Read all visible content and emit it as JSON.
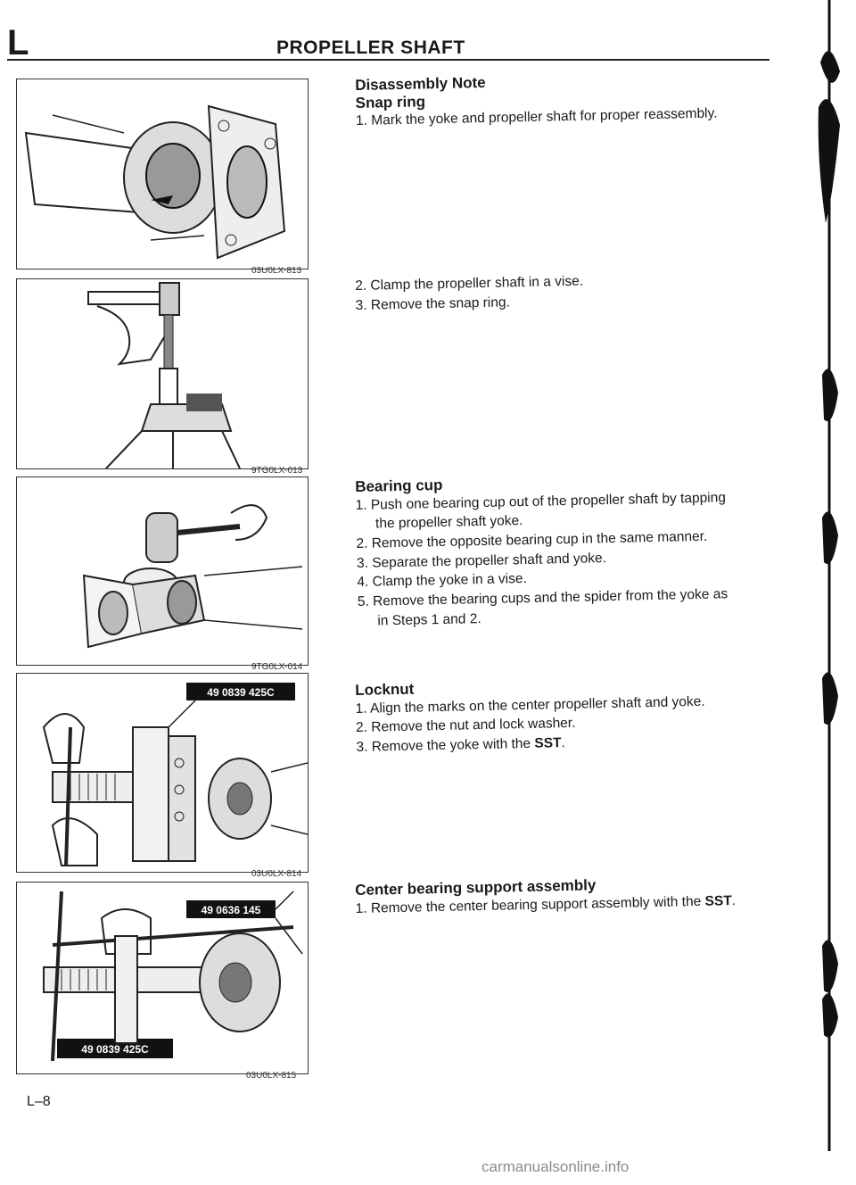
{
  "header": {
    "section_letter": "L",
    "title": "PROPELLER SHAFT"
  },
  "figures": [
    {
      "code": "03U0LX-813"
    },
    {
      "code": "9TG0LX-013"
    },
    {
      "code": "9TG0LX-014"
    },
    {
      "code": "03U0LX-814",
      "tags": [
        "49 0839 425C"
      ]
    },
    {
      "code": "03U0LX-815",
      "tags": [
        "49 0636 145",
        "49 0839 425C"
      ]
    }
  ],
  "sections": {
    "disassembly": {
      "heading": "Disassembly Note",
      "subheading": "Snap ring",
      "step1": "1. Mark the yoke and propeller shaft for proper reassembly.",
      "step2": "2. Clamp the propeller shaft in a vise.",
      "step3": "3. Remove the snap ring."
    },
    "bearing_cup": {
      "heading": "Bearing cup",
      "step1a": "1. Push one bearing cup out of the propeller shaft by tapping",
      "step1b": "the propeller shaft yoke.",
      "step2": "2. Remove the opposite bearing cup in the same manner.",
      "step3": "3. Separate the propeller shaft and yoke.",
      "step4": "4. Clamp the yoke in a vise.",
      "step5a": "5. Remove the bearing cups and the spider from the yoke as",
      "step5b": "in Steps 1 and 2."
    },
    "locknut": {
      "heading": "Locknut",
      "step1": "1. Align the marks on the center propeller shaft and yoke.",
      "step2": "2. Remove the nut and lock washer.",
      "step3_pre": "3. Remove the yoke with the ",
      "step3_sst": "SST",
      "step3_post": "."
    },
    "center_bearing": {
      "heading": "Center bearing support assembly",
      "step1_pre": "1. Remove the center bearing support assembly with the ",
      "step1_sst": "SST",
      "step1_post": "."
    }
  },
  "page_number": "L–8",
  "watermark": "carmanualsonline.info"
}
